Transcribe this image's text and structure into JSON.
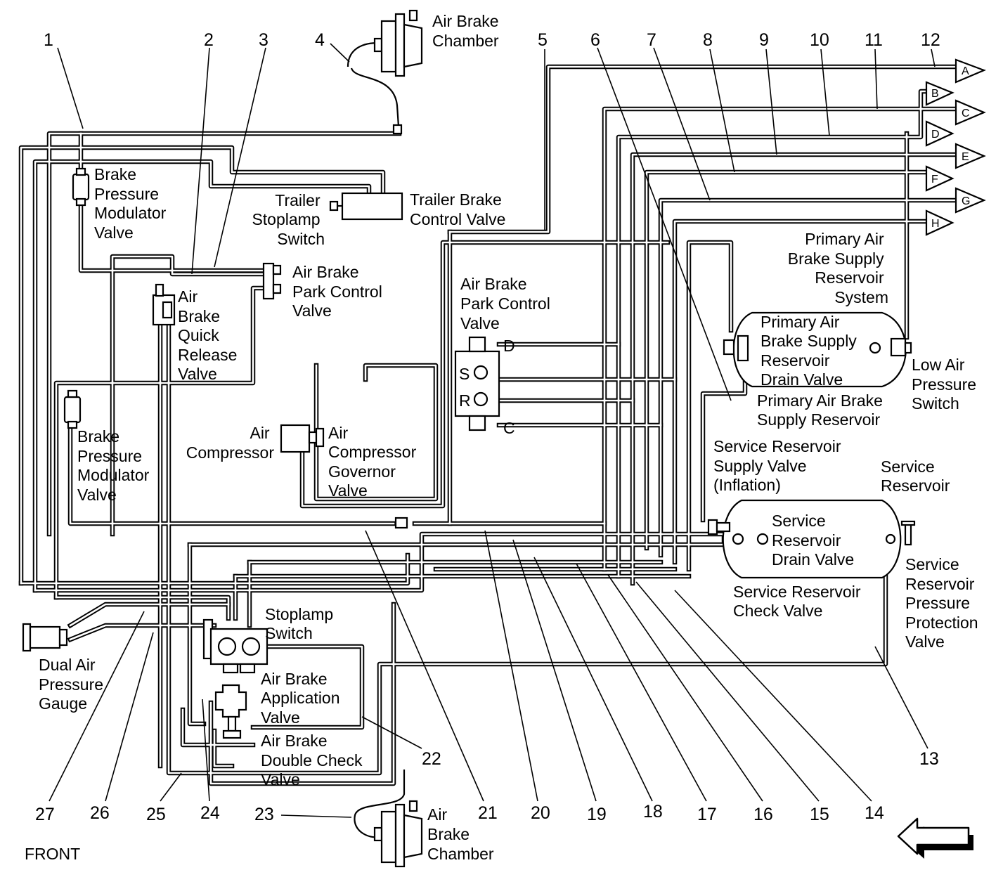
{
  "labels": {
    "air_brake_chamber_top": [
      "Air Brake",
      "Chamber"
    ],
    "brake_pressure_modulator_valve_top": [
      "Brake",
      "Pressure",
      "Modulator",
      "Valve"
    ],
    "trailer_stoplamp_switch": [
      "Trailer",
      "Stoplamp",
      "Switch"
    ],
    "trailer_brake_control_valve": [
      "Trailer Brake",
      "Control Valve"
    ],
    "air_brake_park_control_valve_left": [
      "Air Brake",
      "Park Control",
      "Valve"
    ],
    "air_brake_quick_release_valve": [
      "Air",
      "Brake",
      "Quick",
      "Release",
      "Valve"
    ],
    "air_brake_park_control_valve_center": [
      "Air Brake",
      "Park Control",
      "Valve"
    ],
    "air_compressor": [
      "Air",
      "Compressor"
    ],
    "air_compressor_governor_valve": [
      "Air",
      "Compressor",
      "Governor",
      "Valve"
    ],
    "brake_pressure_modulator_valve_bottom": [
      "Brake",
      "Pressure",
      "Modulator",
      "Valve"
    ],
    "primary_air_brake_supply_reservoir_system": [
      "Primary Air",
      "Brake Supply",
      "Reservoir",
      "System"
    ],
    "primary_air_brake_supply_reservoir_drain_valve": [
      "Primary Air",
      "Brake Supply",
      "Reservoir",
      "Drain Valve"
    ],
    "low_air_pressure_switch": [
      "Low Air",
      "Pressure",
      "Switch"
    ],
    "primary_air_brake_supply_reservoir": [
      "Primary Air Brake",
      "Supply Reservoir"
    ],
    "service_reservoir_supply_valve": [
      "Service Reservoir",
      "Supply Valve",
      "(Inflation)"
    ],
    "service_reservoir": [
      "Service",
      "Reservoir"
    ],
    "service_reservoir_drain_valve": [
      "Service",
      "Reservoir",
      "Drain Valve"
    ],
    "service_reservoir_check_valve": [
      "Service Reservoir",
      "Check Valve"
    ],
    "service_reservoir_pressure_protection_valve": [
      "Service",
      "Reservoir",
      "Pressure",
      "Protection",
      "Valve"
    ],
    "stoplamp_switch": [
      "Stoplamp",
      "Switch"
    ],
    "air_brake_application_valve": [
      "Air Brake",
      "Application",
      "Valve"
    ],
    "air_brake_double_check_valve": [
      "Air Brake",
      "Double Check",
      "Valve"
    ],
    "dual_air_pressure_gauge": [
      "Dual Air",
      "Pressure",
      "Gauge"
    ],
    "air_brake_chamber_bottom": [
      "Air",
      "Brake",
      "Chamber"
    ],
    "front": "FRONT",
    "park_valve_ports": {
      "s": "S",
      "r": "R",
      "d": "D",
      "c": "C"
    }
  },
  "callouts": [
    "1",
    "2",
    "3",
    "4",
    "5",
    "6",
    "7",
    "8",
    "9",
    "10",
    "11",
    "12",
    "13",
    "14",
    "15",
    "16",
    "17",
    "18",
    "19",
    "20",
    "21",
    "22",
    "23",
    "24",
    "25",
    "26",
    "27"
  ],
  "connectors": [
    "A",
    "B",
    "C",
    "D",
    "E",
    "F",
    "G",
    "H"
  ]
}
